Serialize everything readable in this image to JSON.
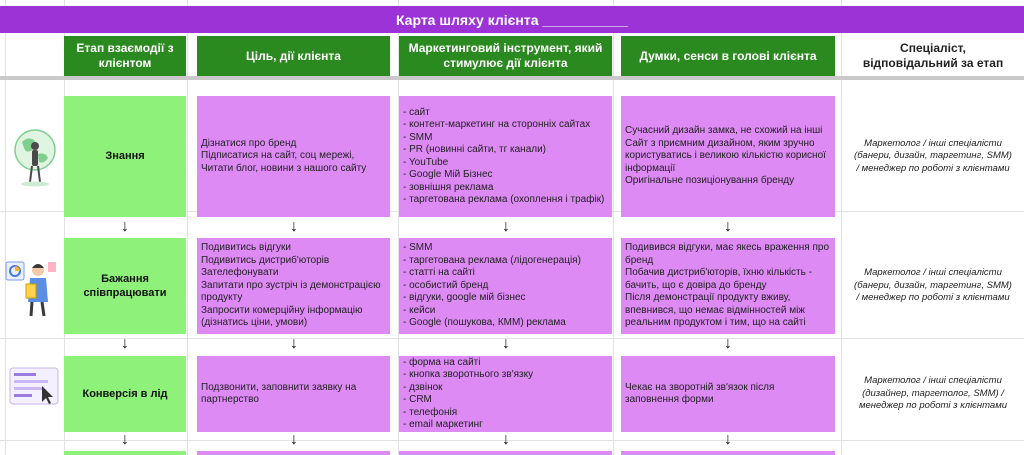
{
  "title": "Карта шляху клієнта ___________",
  "headers": {
    "stage": "Етап взаємодії з клієнтом",
    "goal": "Ціль, дії клієнта",
    "tool": "Маркетинговий інструмент, який стимулює дії клієнта",
    "thoughts": "Думки, сенси в голові клієнта",
    "specialist": "Спеціаліст, відповідальний за етап"
  },
  "rows": [
    {
      "stage": "Знання",
      "goal": [
        "Дізнатися про бренд",
        "Підписатися на сайт, соц мережі,",
        "Читати блог, новини з нашого сайту"
      ],
      "tool": [
        "- сайт",
        "- контент-маркетинг на сторонніх сайтах",
        "- SMM",
        "- PR (новинні сайти, тг канали)",
        "- YouTube",
        "- Google Мій Бізнес",
        "- зовнішня реклама",
        "- таргетована реклама (охоплення і трафік)"
      ],
      "thoughts": [
        "Сучасний дизайн замка, не схожий на інші",
        "Сайт з приємним дизайном, яким зручно користуватись і великою кількістю корисної інформації",
        "Оригінальне позиціонування бренду"
      ],
      "specialist": "Маркетолог / інші спеціалісти (банери, дизайн, таргетинг, SMM) / менеджер по роботі з клієнтами"
    },
    {
      "stage": "Бажання співпрацювати",
      "goal": [
        "Подивитись відгуки",
        "Подивитись дистриб'юторів",
        "Зателефонувати",
        "Запитати про зустріч із демонстрацією продукту",
        "Запросити комерційну інформацію (дізнатись ціни, умови)"
      ],
      "tool": [
        "- SMM",
        "- таргетована реклама (лідогенерація)",
        "- статті на сайті",
        "- особистий бренд",
        "- відгуки, google мій бізнес",
        "- кейси",
        "- Google (пошукова, КММ) реклама"
      ],
      "thoughts": [
        "Подивився відгуки, має якесь враження про бренд",
        "Побачив дистриб'юторів, їхню кількість - бачить, що є довіра до бренду",
        "Після демонстрації продукту вживу, впевнився, що немає відмінностей між реальним продуктом і тим, що на сайті"
      ],
      "specialist": "Маркетолог / інші спеціалісти (банери, дизайн, таргетинг, SMM) / менеджер по роботі з клієнтами"
    },
    {
      "stage": "Конверсія в лід",
      "goal": [
        "Подзвонити, заповнити заявку на партнерство"
      ],
      "tool": [
        "- форма на сайті",
        "- кнопка зворотнього зв'язку",
        "- дзвінок",
        "- CRM",
        "- телефонія",
        "- email маркетинг"
      ],
      "thoughts": [
        "Чекає на зворотній зв'язок після заповнення форми"
      ],
      "specialist": "Маркетолог / інші спеціалісти (дизайнер, таргетолог, SMM) / менеджер по роботі з клієнтами"
    }
  ],
  "arrow_glyph": "↓",
  "icons": [
    "globe-person-illustration",
    "person-chart-illustration",
    "conversion-cursor-illustration"
  ],
  "colors": {
    "title_bg": "#9c33d6",
    "header_bg": "#2b8a1f",
    "stage_bg": "#8ef27a",
    "cell_bg": "#de8af5"
  }
}
